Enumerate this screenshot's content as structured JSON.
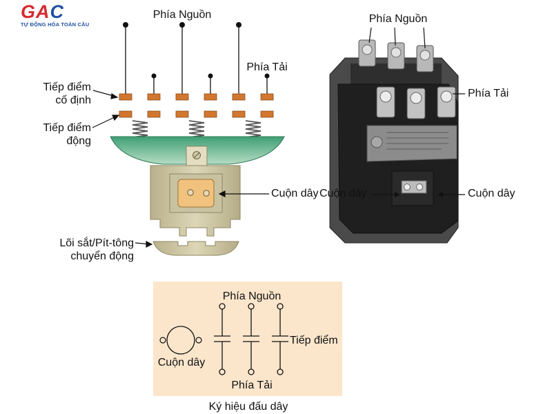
{
  "logo": {
    "brand_letters": [
      "G",
      "A",
      "C"
    ],
    "tagline": "TỰ ĐỘNG HÓA TOÀN CẦU",
    "colors": {
      "red": "#d7282f",
      "blue": "#1f4fa3"
    }
  },
  "cutaway": {
    "source_side": "Phía Nguồn",
    "load_side": "Phía Tải",
    "fixed_contact": [
      "Tiếp điểm",
      "cố định"
    ],
    "moving_contact": [
      "Tiếp điểm",
      "động"
    ],
    "coil": "Cuộn dây",
    "plunger": [
      "Lõi sắt/Pít-tông",
      "chuyển động"
    ],
    "colors": {
      "contact": "#d2772f",
      "body": "#d3cba6",
      "green": "#5aaf86",
      "coil": "#f0c080"
    }
  },
  "photo": {
    "source_side": "Phía Nguồn",
    "load_side": "Phía Tải",
    "coil": "Cuộn dây"
  },
  "symbol": {
    "source_side": "Phía Nguồn",
    "load_side": "Phía Tải",
    "contact": "Tiếp điểm",
    "coil": "Cuộn dây",
    "caption": "Ký hiệu đấu dây",
    "colors": {
      "panel": "#fbe6cc"
    }
  }
}
